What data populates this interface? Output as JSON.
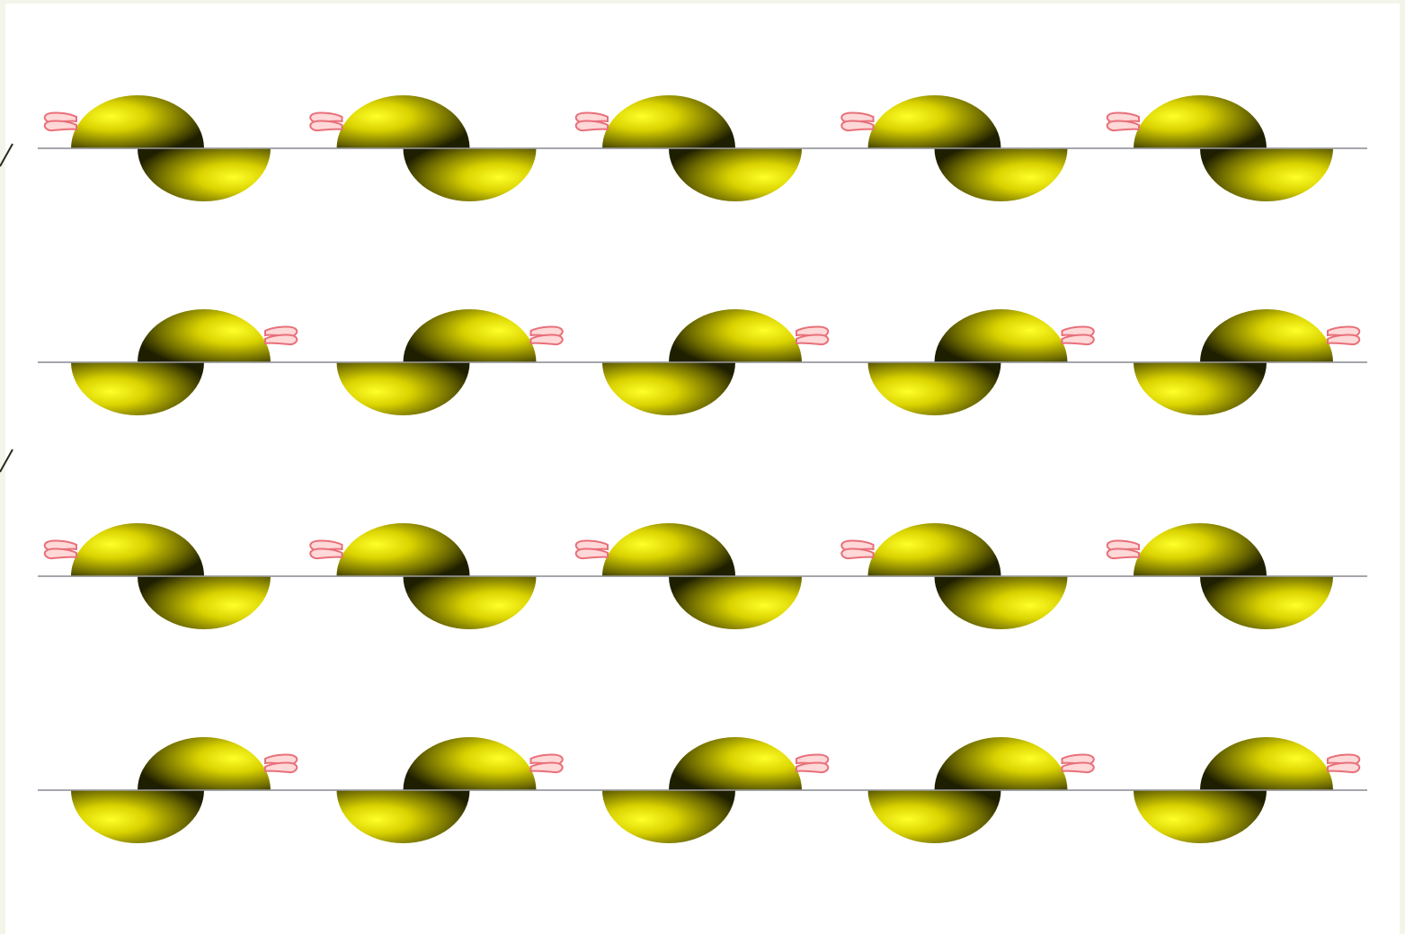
{
  "diagram": {
    "rows": [
      {
        "ribbon_side": "left"
      },
      {
        "ribbon_side": "right"
      },
      {
        "ribbon_side": "left"
      },
      {
        "ribbon_side": "right"
      }
    ],
    "units_per_row": 5,
    "colors": {
      "background": "#ffffff",
      "page_border": "#f3f5ea",
      "membrane_line": "#a6a7ad",
      "sphere_highlight": "#ffff1e",
      "sphere_mid": "#d8d000",
      "sphere_dark": "#1e1e00",
      "ribbon_fill": "#ffd8d8",
      "ribbon_stroke": "#e8707a"
    }
  }
}
